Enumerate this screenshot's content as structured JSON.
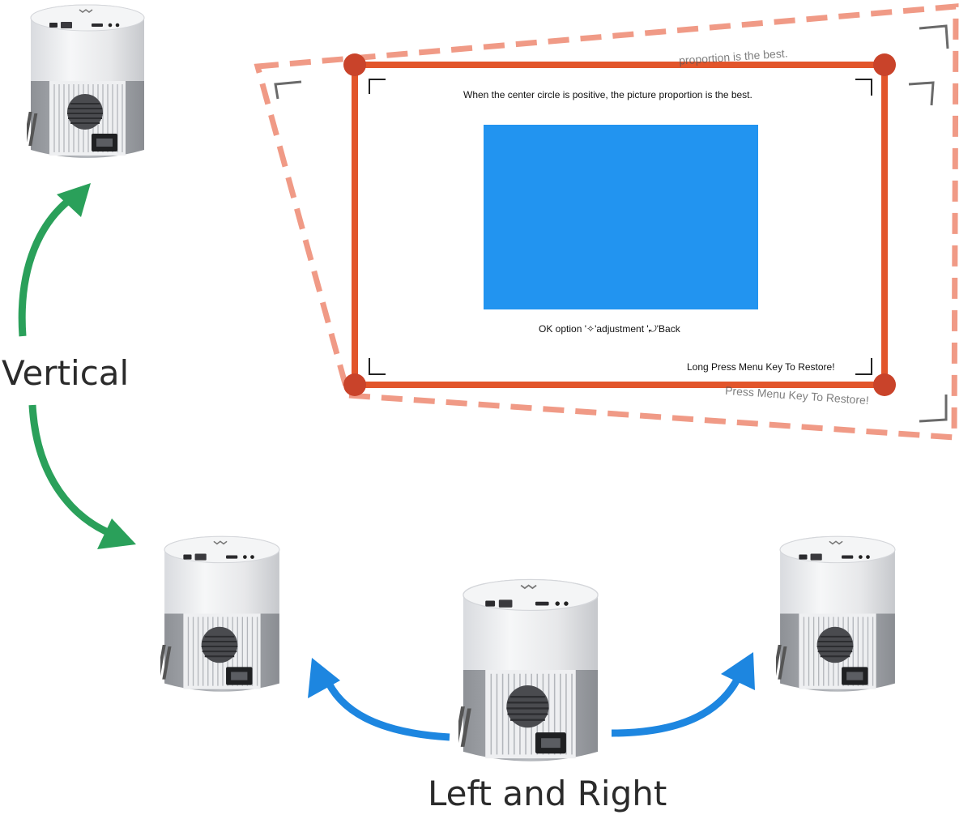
{
  "labels": {
    "vertical": "Vertical",
    "left_right": "Left and Right"
  },
  "screen": {
    "top_text": "When the center circle is positive, the picture proportion is the best.",
    "controls_ok": "OK option",
    "controls_adjust": "'adjustment",
    "controls_back": "'Back",
    "bottom_text": "Long Press Menu Key To Restore!",
    "ghost_top_text": "proportion is the best.",
    "ghost_bottom_text": "Press Menu Key To Restore!"
  },
  "colors": {
    "frame": "#e2552b",
    "corner_dot": "#c9432a",
    "dashed": "#f09a86",
    "screen_fill": "#2294f0",
    "green_arrow": "#2aa05a",
    "blue_arrow": "#1d86e0"
  },
  "icons": {
    "projector": "projector-icon",
    "dpad": "dpad-icon",
    "back": "back-icon"
  }
}
